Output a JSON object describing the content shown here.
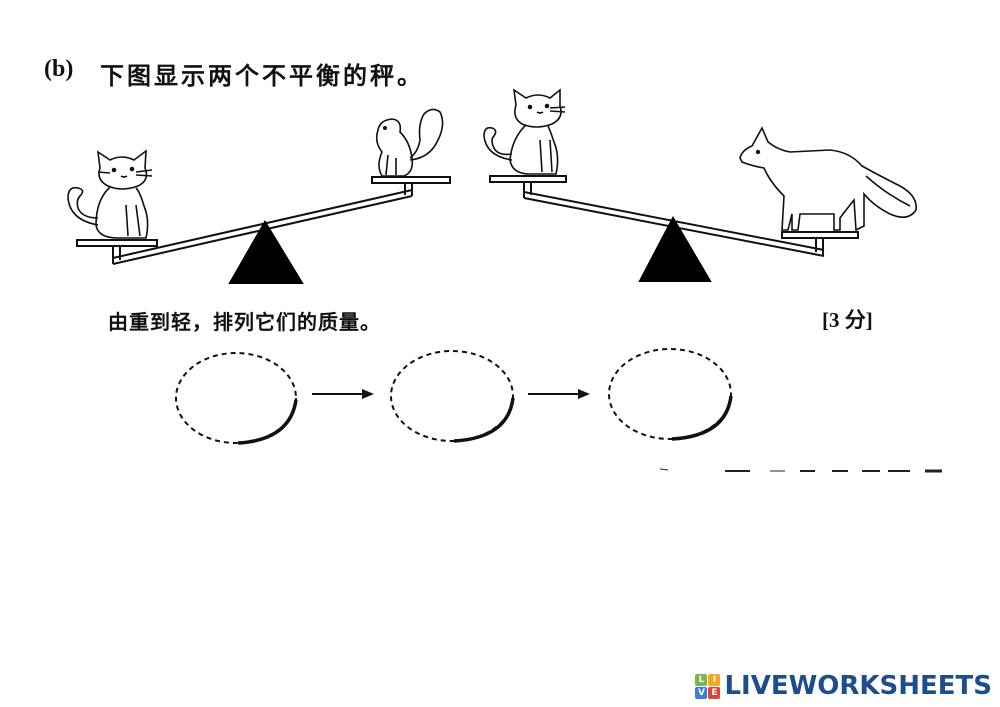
{
  "question": {
    "label": "(b)",
    "text": "下图显示两个不平衡的秤。",
    "instruction": "由重到轻，排列它们的质量。",
    "marks": "[3 分]"
  },
  "scales": [
    {
      "name": "scale-1",
      "left_item": "cat",
      "right_item": "squirrel",
      "lower_side": "left"
    },
    {
      "name": "scale-2",
      "left_item": "cat",
      "right_item": "fox",
      "lower_side": "right"
    }
  ],
  "answer_slots": [
    {
      "index": 1,
      "value": ""
    },
    {
      "index": 2,
      "value": ""
    },
    {
      "index": 3,
      "value": ""
    }
  ],
  "footer": {
    "logo_letters": [
      "L",
      "I",
      "V",
      "E"
    ],
    "logo_colors": [
      "#7ab648",
      "#f5a623",
      "#3b7dd8",
      "#e0413a"
    ],
    "brand_text": "LIVEWORKSHEETS",
    "brand_color": "#1e4d8c"
  }
}
